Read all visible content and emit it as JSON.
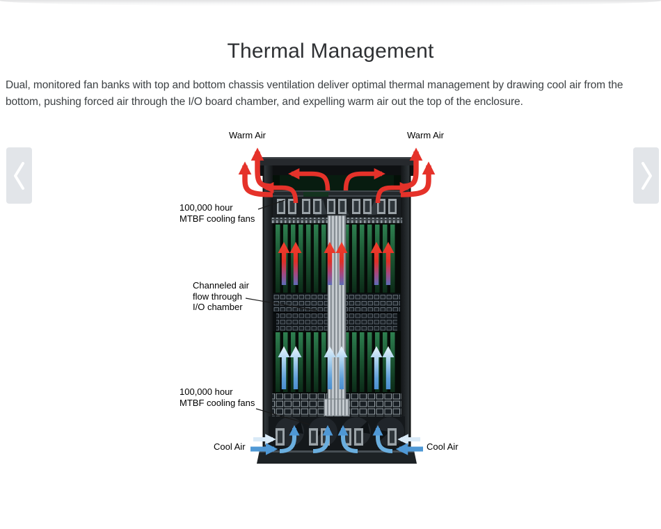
{
  "page": {
    "title": "Thermal Management",
    "description": "Dual, monitored fan banks with top and bottom chassis ventilation deliver optimal thermal management by drawing cool air from the bottom, pushing forced air through the I/O board chamber, and expelling warm air out the top of the enclosure."
  },
  "diagram": {
    "labels": {
      "warm_air_left": "Warm Air",
      "warm_air_right": "Warm Air",
      "cool_air_left": "Cool Air",
      "cool_air_right": "Cool Air",
      "fans_top": {
        "line1": "100,000 hour",
        "line2": "MTBF cooling fans"
      },
      "fans_bottom": {
        "line1": "100,000 hour",
        "line2": "MTBF cooling fans"
      },
      "channel": {
        "line1": "Channeled air",
        "line2": "flow through",
        "line3": "I/O chamber"
      }
    },
    "colors": {
      "warm_air_arrow": "#e5322a",
      "cool_air_arrow": "#4f98d5",
      "chassis_dark": "#14181b",
      "board_green": "#1a5230"
    }
  }
}
